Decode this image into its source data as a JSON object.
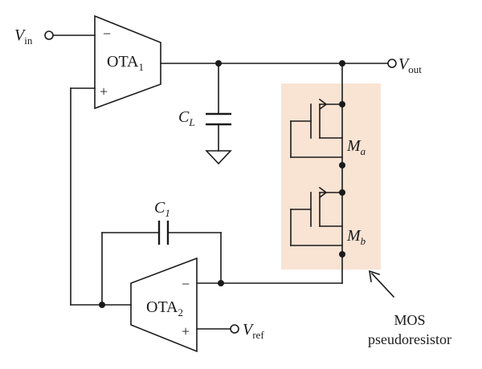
{
  "labels": {
    "vin_main": "V",
    "vin_sub": "in",
    "vout_main": "V",
    "vout_sub": "out",
    "vref_main": "V",
    "vref_sub": "ref",
    "ota1_main": "OTA",
    "ota1_sub": "1",
    "ota2_main": "OTA",
    "ota2_sub": "2",
    "cl_main": "C",
    "cl_sub": "L",
    "c1_main": "C",
    "c1_sub": "1",
    "ma_main": "M",
    "ma_sub": "a",
    "mb_main": "M",
    "mb_sub": "b",
    "minus": "−",
    "plus": "+",
    "mos_line1": "MOS",
    "mos_line2": "pseudoresistor"
  },
  "colors": {
    "ink": "#1a1a1a",
    "highlight": "#f9e3d3"
  }
}
